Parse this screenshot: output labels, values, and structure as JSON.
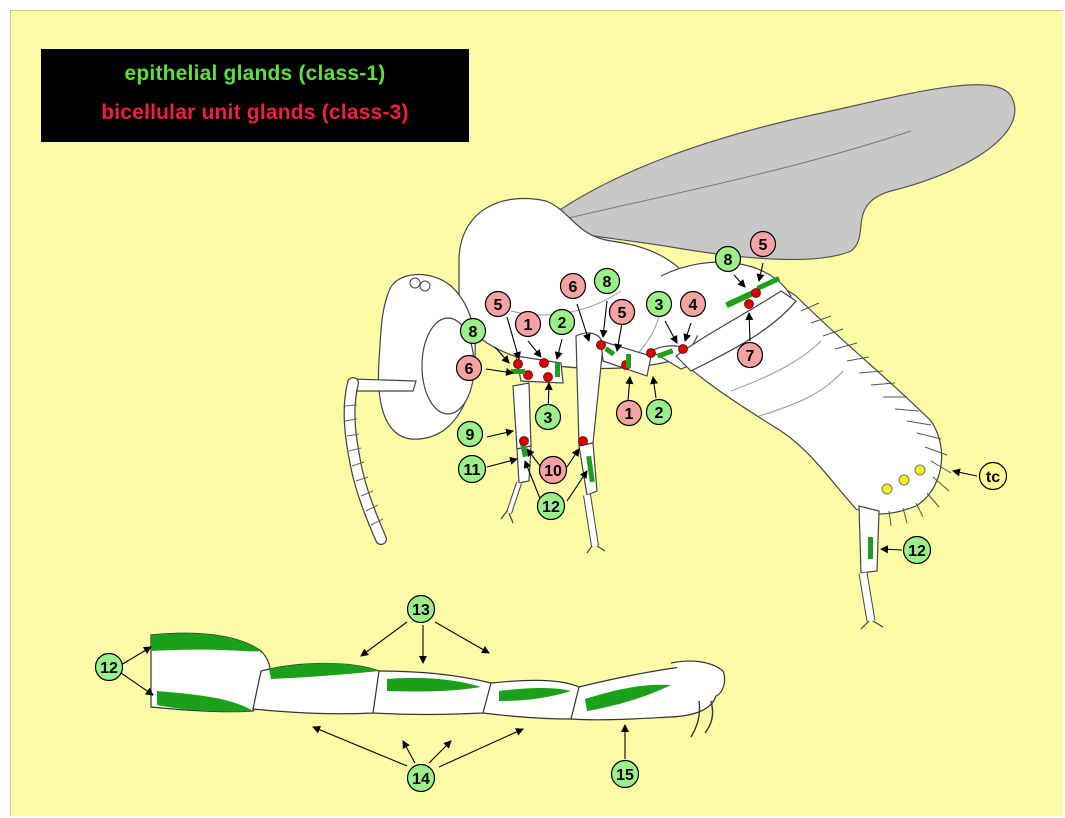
{
  "legend": {
    "class1": "epithelial glands  (class-1)",
    "class3": "bicellular unit glands  (class-3)",
    "class1_color": "#5de03a",
    "class3_color": "#f0203a"
  },
  "colors": {
    "background": "#fdfba6",
    "green_label_fill": "#9cf08a",
    "red_label_fill": "#f6a3a3",
    "yellow_label_fill": "#fbfb90",
    "gland_green": "#1aa01a",
    "gland_red": "#dd0000",
    "wing": "#c8c8c8"
  },
  "labels": {
    "head_8": "8",
    "head_6": "6",
    "head_9": "9",
    "head_11": "11",
    "head_5": "5",
    "fl_1": "1",
    "fl_2": "2",
    "fl_3": "3",
    "fl_10": "10",
    "fl_12": "12",
    "ml_6": "6",
    "ml_8": "8",
    "ml_5": "5",
    "ml_1": "1",
    "ml_2": "2",
    "hl_8": "8",
    "hl_5": "5",
    "hl_3": "3",
    "hl_4": "4",
    "hl_7": "7",
    "hl_12": "12",
    "tc": "tc",
    "tarsus_12": "12",
    "tarsus_13": "13",
    "tarsus_14": "14",
    "tarsus_15": "15"
  }
}
